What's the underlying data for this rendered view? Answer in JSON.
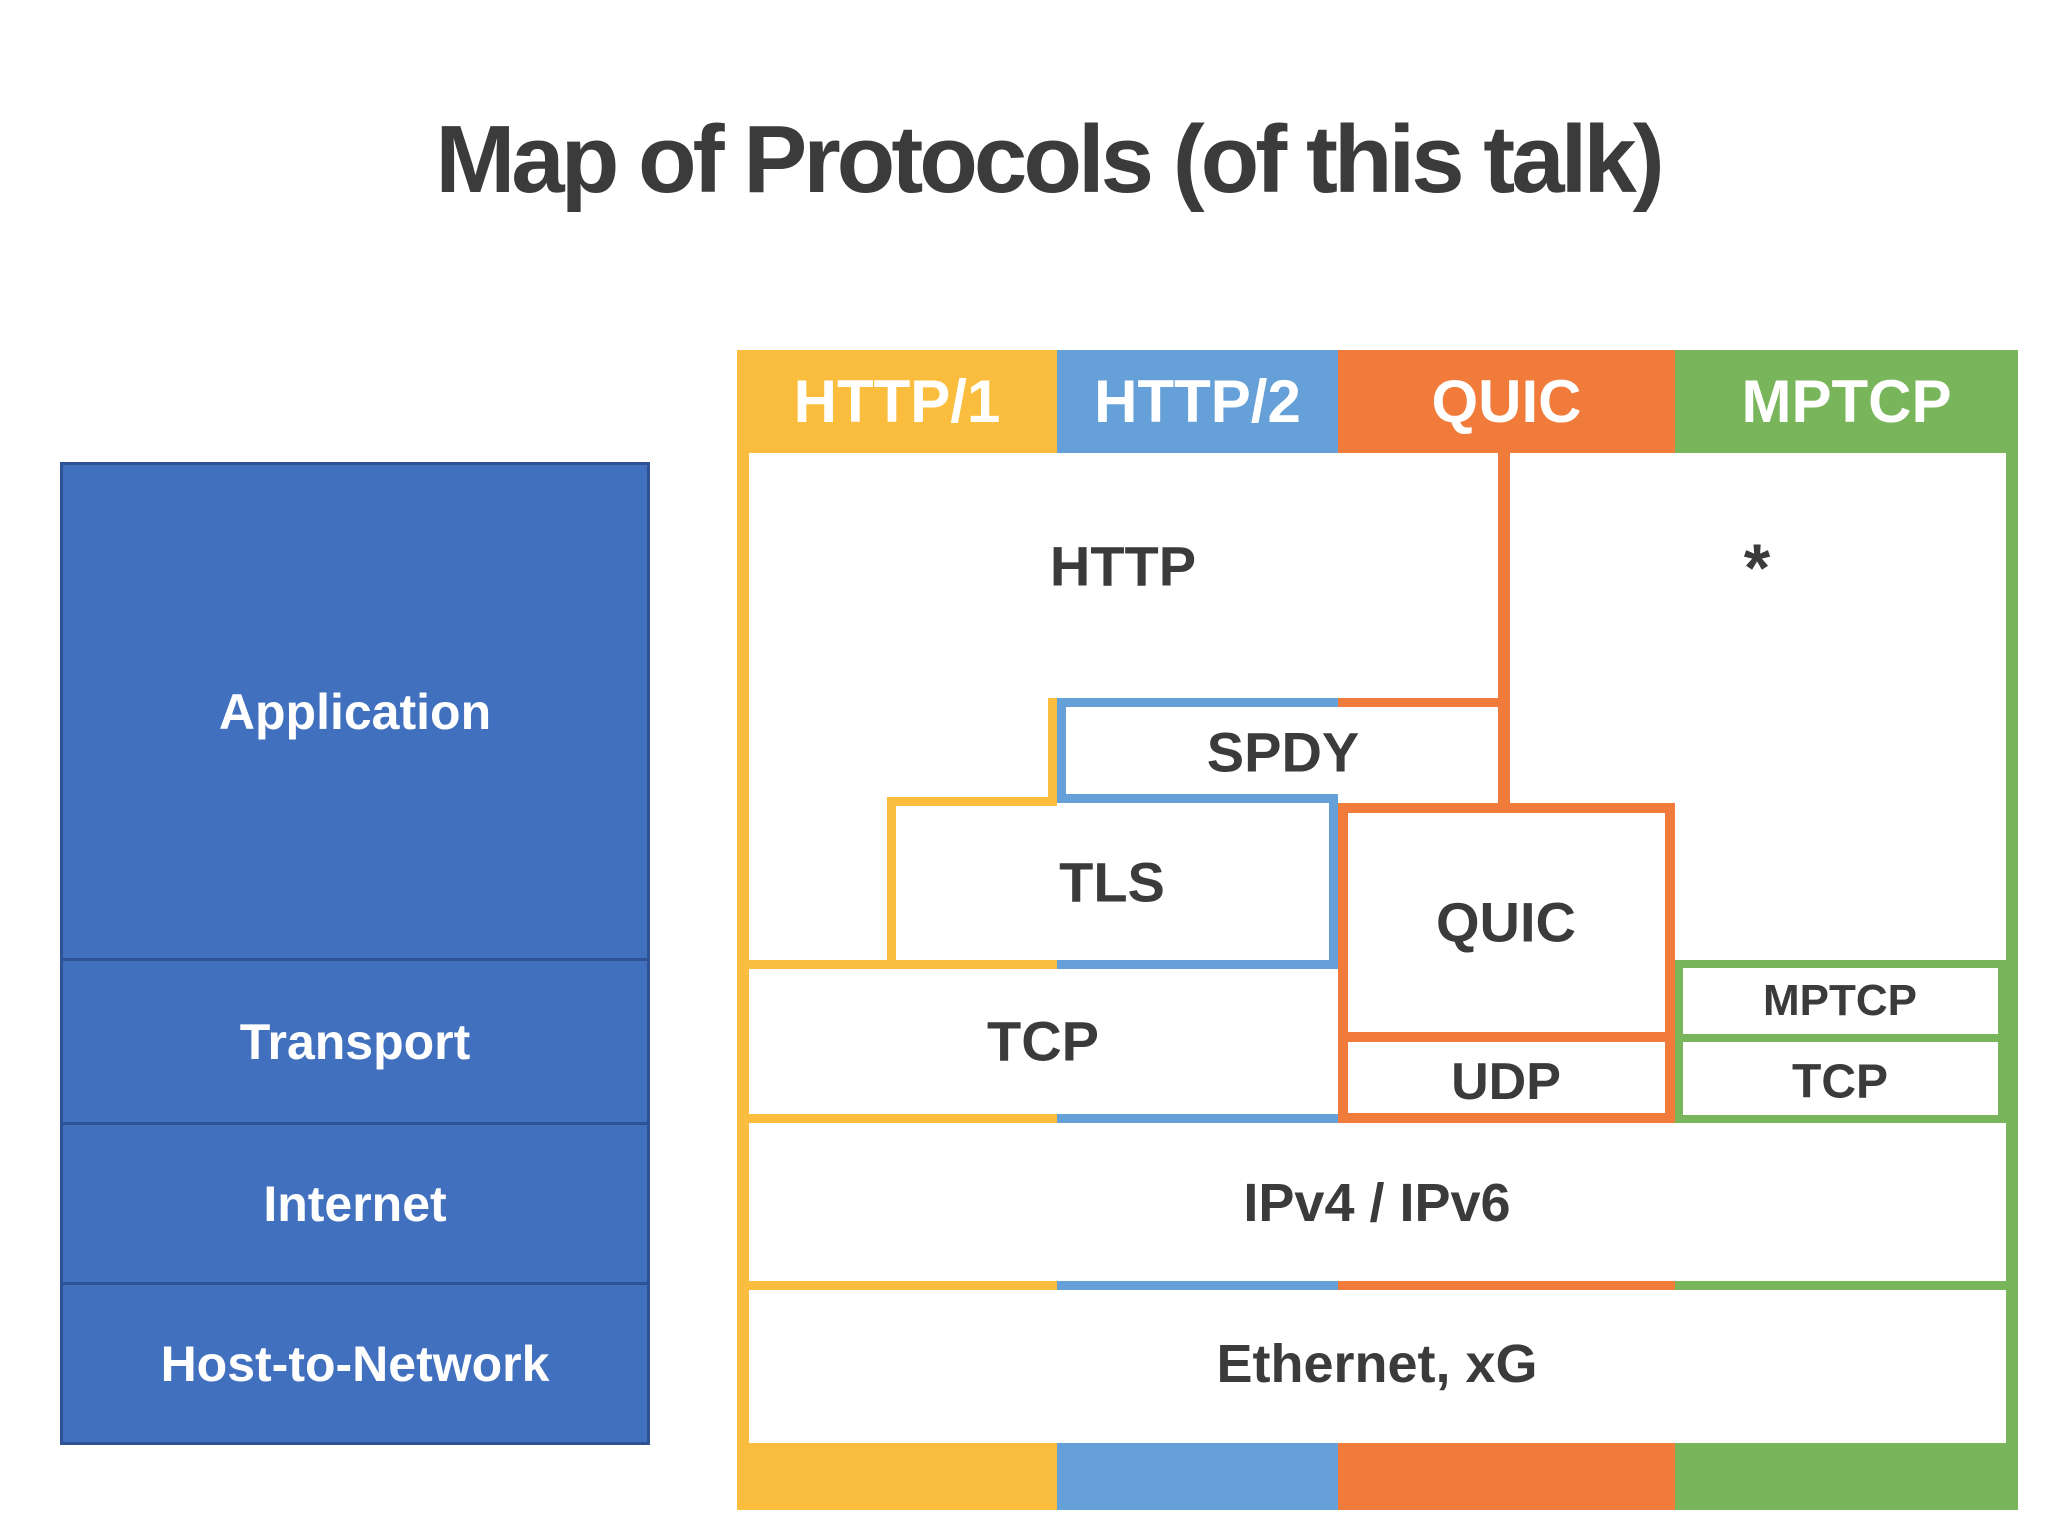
{
  "title": "Map of Protocols (of this talk)",
  "colors": {
    "ink": "#3b3b3b",
    "yellow": "#fbbd3d",
    "blue": "#66a0d8",
    "orange": "#f07b3b",
    "green": "#79b55a",
    "panel_blue": "#4170be",
    "panel_border": "#2e5395",
    "label_white": "#ffffff"
  },
  "columns": [
    {
      "label": "HTTP/1",
      "color": "#fbbd3d"
    },
    {
      "label": "HTTP/2",
      "color": "#66a0d8"
    },
    {
      "label": "QUIC",
      "color": "#f07b3b"
    },
    {
      "label": "MPTCP",
      "color": "#79b55a"
    }
  ],
  "osi_panel": {
    "rows": [
      {
        "label": "Application"
      },
      {
        "label": "Transport"
      },
      {
        "label": "Internet"
      },
      {
        "label": "Host-to-Network"
      }
    ]
  },
  "nodes": {
    "http": "HTTP",
    "wildcard": "*",
    "spdy": "SPDY",
    "tls": "TLS",
    "quic": "QUIC",
    "udp": "UDP",
    "tcp_left": "TCP",
    "mptcp": "MPTCP",
    "tcp_right": "TCP",
    "ip": "IPv4 / IPv6",
    "link": "Ethernet, xG"
  }
}
